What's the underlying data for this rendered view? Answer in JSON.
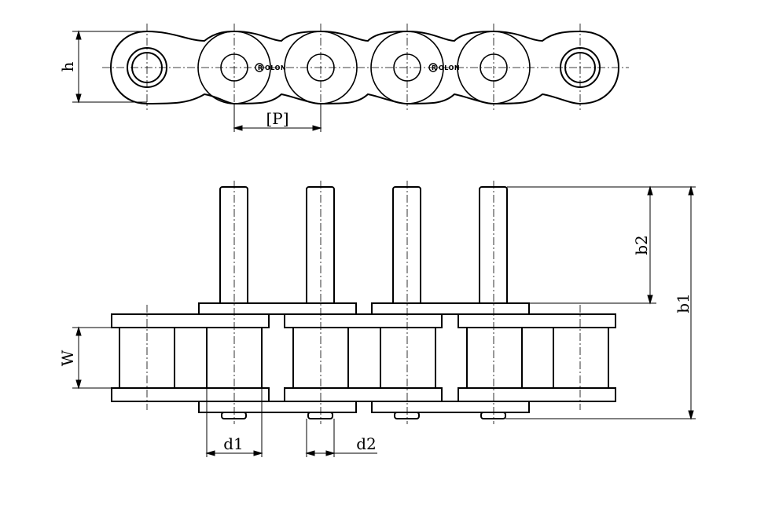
{
  "labels": {
    "h": "h",
    "pitch": "[P]",
    "b1": "b1",
    "b2": "b2",
    "w": "W",
    "d1": "d1",
    "d2": "d2"
  },
  "logo": {
    "name": "rolon-logo",
    "text": "OLON",
    "mark": "R"
  },
  "colors": {
    "line": "#000000",
    "background": "#ffffff"
  }
}
